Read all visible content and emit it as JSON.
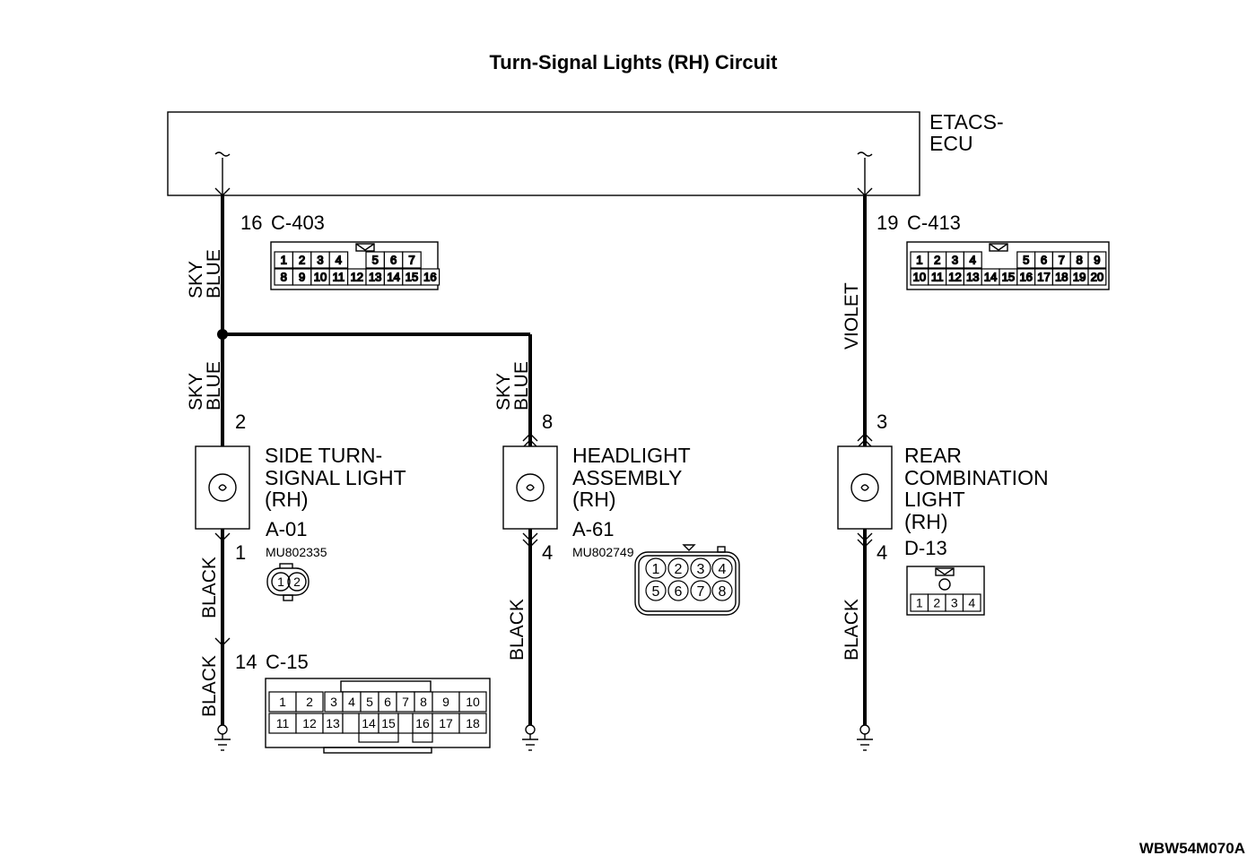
{
  "title": "Turn-Signal Lights (RH) Circuit",
  "ecu": {
    "line1": "ETACS-",
    "line2": "ECU"
  },
  "connectors": {
    "c403": {
      "pin": "16",
      "id": "C-403",
      "row1": [
        "1",
        "2",
        "3",
        "4",
        "5",
        "6",
        "7"
      ],
      "row2": [
        "8",
        "9",
        "10",
        "11",
        "12",
        "13",
        "14",
        "15",
        "16"
      ]
    },
    "c413": {
      "pin": "19",
      "id": "C-413",
      "row1": [
        "1",
        "2",
        "3",
        "4",
        "5",
        "6",
        "7",
        "8",
        "9"
      ],
      "row2": [
        "10",
        "11",
        "12",
        "13",
        "14",
        "15",
        "16",
        "17",
        "18",
        "19",
        "20"
      ]
    },
    "c15": {
      "pin": "14",
      "id": "C-15",
      "row1": [
        "1",
        "2",
        "3",
        "4",
        "5",
        "6",
        "7",
        "8",
        "9",
        "10"
      ],
      "row2": [
        "11",
        "12",
        "13",
        "14",
        "15",
        "16",
        "17",
        "18"
      ]
    },
    "a01": {
      "id": "A-01",
      "part_no": "MU802335",
      "pins": [
        "1",
        "2"
      ]
    },
    "a61": {
      "id": "A-61",
      "part_no": "MU802749",
      "row1": [
        "1",
        "2",
        "3",
        "4"
      ],
      "row2": [
        "5",
        "6",
        "7",
        "8"
      ]
    },
    "d13": {
      "id": "D-13",
      "pins": [
        "1",
        "2",
        "3",
        "4"
      ]
    }
  },
  "wires": {
    "sky": "SKY",
    "blue": "BLUE",
    "violet": "VIOLET",
    "black": "BLACK"
  },
  "components": {
    "side": {
      "l1": "SIDE TURN-",
      "l2": "SIGNAL LIGHT",
      "l3": "(RH)",
      "pin_top": "2",
      "pin_bottom": "1"
    },
    "head": {
      "l1": "HEADLIGHT",
      "l2": "ASSEMBLY",
      "l3": "(RH)",
      "pin_top": "8",
      "pin_bottom": "4"
    },
    "rear": {
      "l1": "REAR",
      "l2": "COMBINATION",
      "l3": "LIGHT",
      "l4": "(RH)",
      "pin_top": "3",
      "pin_bottom": "4"
    }
  },
  "drawing_code": "WBW54M070A"
}
